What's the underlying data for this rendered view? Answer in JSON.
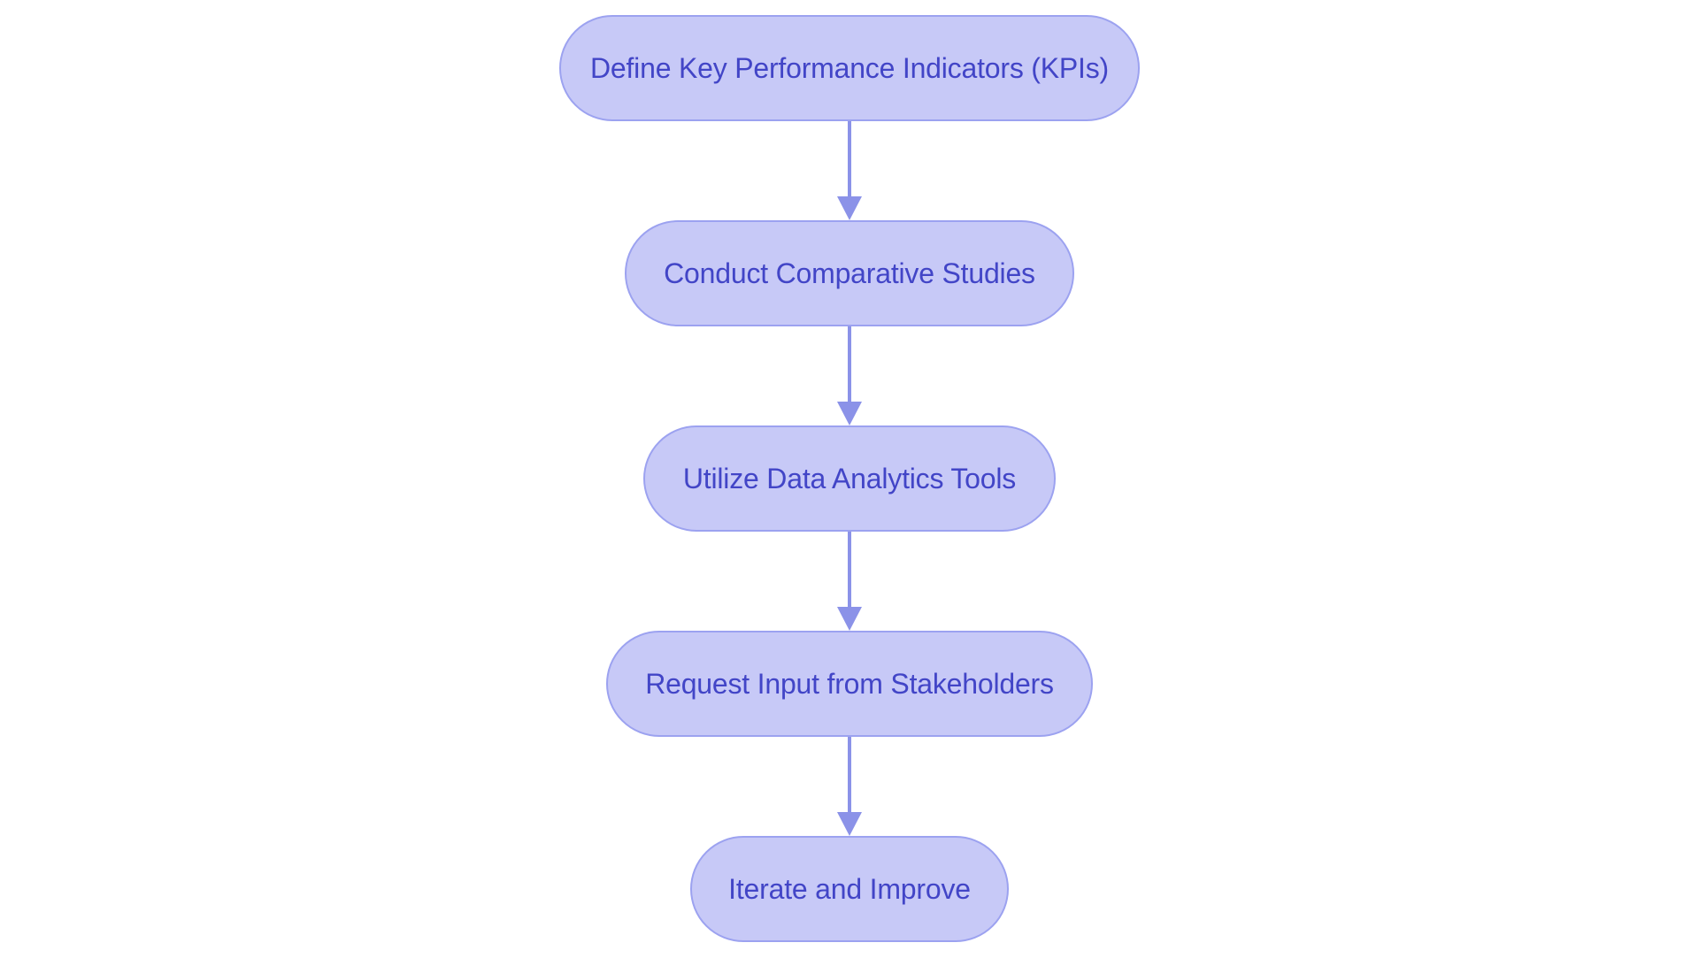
{
  "flowchart": {
    "type": "vertical-process-flow",
    "nodes": [
      {
        "label": "Define Key Performance Indicators (KPIs)"
      },
      {
        "label": "Conduct Comparative Studies"
      },
      {
        "label": "Utilize Data Analytics Tools"
      },
      {
        "label": "Request Input from Stakeholders"
      },
      {
        "label": "Iterate and Improve"
      }
    ],
    "edges": [
      {
        "from": 0,
        "to": 1,
        "style": "arrow-down"
      },
      {
        "from": 1,
        "to": 2,
        "style": "arrow-down"
      },
      {
        "from": 2,
        "to": 3,
        "style": "arrow-down"
      },
      {
        "from": 3,
        "to": 4,
        "style": "arrow-down"
      }
    ],
    "colors": {
      "node_fill": "#c7c9f7",
      "node_border": "#9ca2f0",
      "node_text": "#4245c7",
      "arrow": "#8b92e8",
      "background": "#ffffff"
    }
  }
}
